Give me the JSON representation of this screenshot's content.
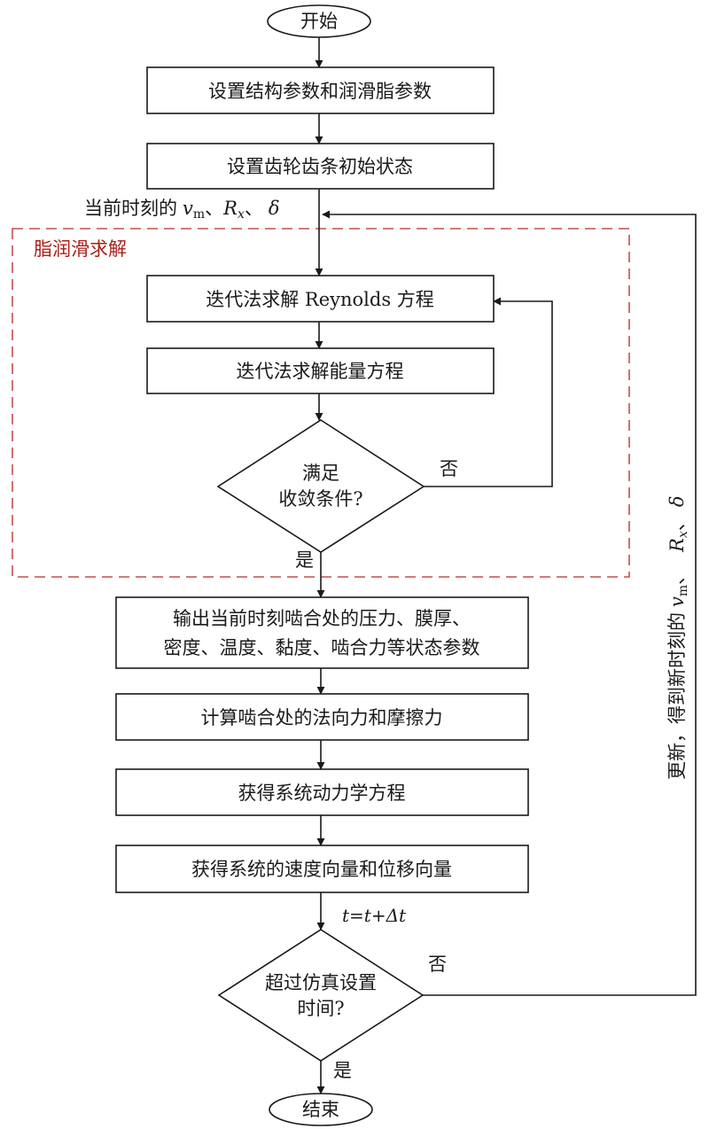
{
  "start": "开始",
  "end": "结束",
  "steps": {
    "set_params": "设置结构参数和润滑脂参数",
    "init_state": "设置齿轮齿条初始状态",
    "reynolds": "迭代法求解 Reynolds 方程",
    "energy": "迭代法求解能量方程",
    "converge_line1": "满足",
    "converge_line2": "收敛条件?",
    "output_line1": "输出当前时刻啮合处的压力、膜厚、",
    "output_line2": "密度、温度、黏度、啮合力等状态参数",
    "forces": "计算啮合处的法向力和摩擦力",
    "dynamics": "获得系统动力学方程",
    "vectors": "获得系统的速度向量和位移向量",
    "timeout_line1": "超过仿真设置",
    "timeout_line2": "时间?"
  },
  "labels": {
    "current_prefix": "当前时刻的",
    "v_symbol": "v",
    "m_subscript": "m",
    "sep": "、",
    "R_symbol": "R",
    "x_subscript": "x",
    "delta_symbol": "δ",
    "grease_region": "脂润滑求解",
    "no": "否",
    "yes": "是",
    "time_step": "t=t+Δt",
    "update_prefix": "更新，得到新时刻的"
  },
  "colors": {
    "line": "#1a1a1a",
    "region_border": "#c0504d",
    "region_label": "#a8201a"
  }
}
